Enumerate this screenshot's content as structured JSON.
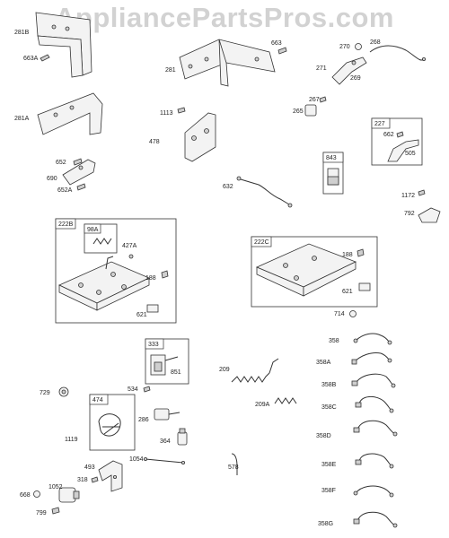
{
  "watermark": "AppliancePartsPros.com",
  "labels": {
    "p281B": "281B",
    "p663A": "663A",
    "p281A": "281A",
    "p652": "652",
    "p690": "690",
    "p652A": "652A",
    "p281": "281",
    "p663": "663",
    "p270": "270",
    "p268": "268",
    "p271": "271",
    "p269": "269",
    "p267": "267",
    "p265": "265",
    "p1113": "1113",
    "p478": "478",
    "p227": "227",
    "p662": "662",
    "p505": "505",
    "p843": "843",
    "p632": "632",
    "p1172": "1172",
    "p792": "792",
    "p222B": "222B",
    "p98A": "98A",
    "p427A": "427A",
    "p188a": "188",
    "p621a": "621",
    "p222C": "222C",
    "p188b": "188",
    "p621b": "621",
    "p714": "714",
    "p333": "333",
    "p851": "851",
    "p209": "209",
    "p209A": "209A",
    "p358": "358",
    "p358A": "358A",
    "p358B": "358B",
    "p358C": "358C",
    "p358D": "358D",
    "p358E": "358E",
    "p358F": "358F",
    "p358G": "358G",
    "p729": "729",
    "p534": "534",
    "p474": "474",
    "p286": "286",
    "p364": "364",
    "p1119": "1119",
    "p1054": "1054",
    "p578": "578",
    "p493": "493",
    "p318": "318",
    "p1052": "1052",
    "p668": "668",
    "p799": "799"
  }
}
